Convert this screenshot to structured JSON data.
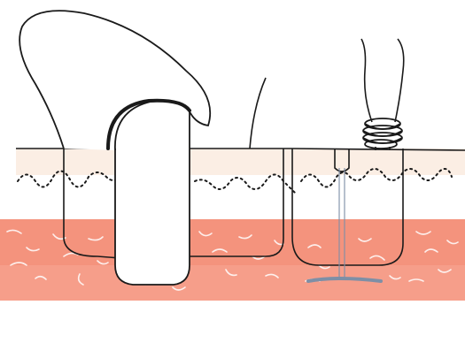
{
  "diagram": {
    "layers": [
      {
        "name": "skin-surface",
        "color": "#fbeee4"
      },
      {
        "name": "dermis",
        "color": "#ffffff"
      },
      {
        "name": "subcutaneous-tissue",
        "color": "#f4937d"
      }
    ],
    "colors": {
      "outline": "#1a1a1a",
      "ligature": "#7e8fa6",
      "tissue-fibers": "#ffffff",
      "background": "#ffffff"
    },
    "elements": [
      "mushroom-shaped-stent",
      "left-tissue-pocket",
      "fixation-suture",
      "right-tissue-pocket",
      "tied-suture-knot",
      "ligature-anchor"
    ]
  }
}
